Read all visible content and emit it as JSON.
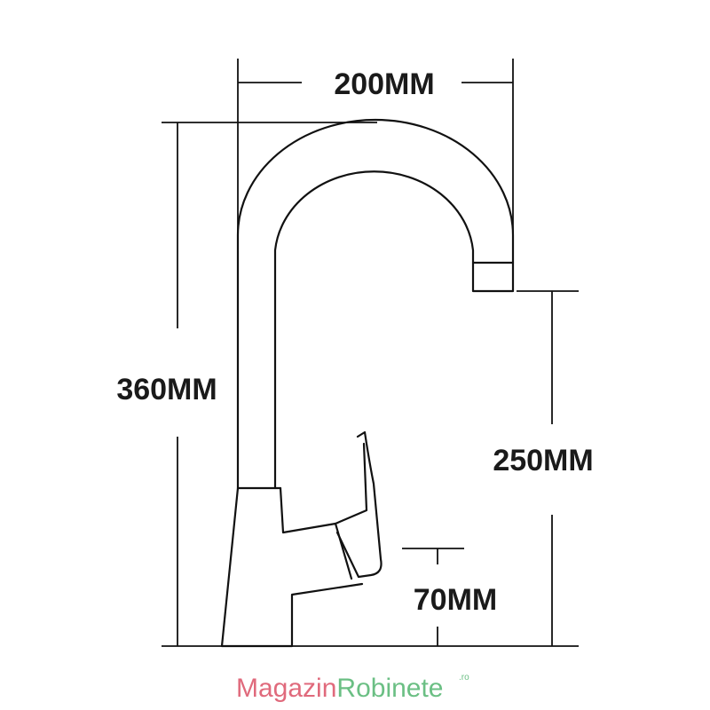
{
  "dimensions": {
    "width_label": "200MM",
    "height_label": "360MM",
    "spout_height_label": "250MM",
    "base_label": "70MM"
  },
  "watermark": {
    "part1": "Magazin",
    "part2": "Robinete",
    "suffix": ".ro",
    "color1": "#e06a7c",
    "color2": "#6bbf84"
  },
  "colors": {
    "line": "#111111",
    "text": "#1a1a1a"
  }
}
